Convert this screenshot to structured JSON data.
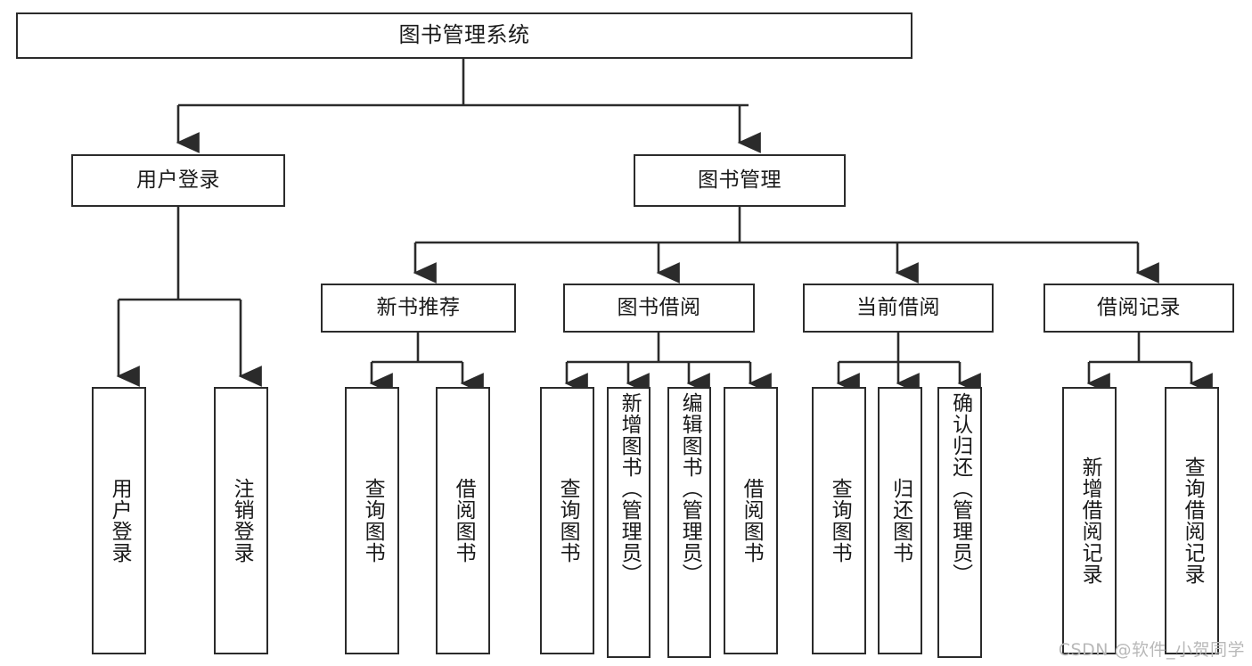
{
  "diagram": {
    "title": "图书管理系统",
    "type": "hierarchy-tree",
    "levels": 4,
    "colors": {
      "border": "#2b2b2b",
      "background": "#ffffff",
      "text": "#1a1a1a",
      "watermark": "#b9b9b9"
    },
    "nodes": {
      "root": {
        "label": "图书管理系统"
      },
      "level1": [
        {
          "id": "user-login",
          "label": "用户登录"
        },
        {
          "id": "book-management",
          "label": "图书管理"
        }
      ],
      "level2": [
        {
          "id": "new-book-recommend",
          "label": "新书推荐"
        },
        {
          "id": "book-borrow",
          "label": "图书借阅"
        },
        {
          "id": "current-borrow",
          "label": "当前借阅"
        },
        {
          "id": "borrow-record",
          "label": "借阅记录"
        }
      ],
      "leaves": {
        "user_login": [
          {
            "id": "leaf-user-login",
            "label": "用户登录"
          },
          {
            "id": "leaf-logout",
            "label": "注销登录"
          }
        ],
        "new_book_recommend": [
          {
            "id": "leaf-query-book-1",
            "label": "查询图书"
          },
          {
            "id": "leaf-borrow-book-1",
            "label": "借阅图书"
          }
        ],
        "book_borrow": [
          {
            "id": "leaf-query-book-2",
            "label": "查询图书"
          },
          {
            "id": "leaf-add-book",
            "label": "新增图书（管理员）"
          },
          {
            "id": "leaf-edit-book",
            "label": "编辑图书（管理员）"
          },
          {
            "id": "leaf-borrow-book-2",
            "label": "借阅图书"
          }
        ],
        "current_borrow": [
          {
            "id": "leaf-query-book-3",
            "label": "查询图书"
          },
          {
            "id": "leaf-return-book",
            "label": "归还图书"
          },
          {
            "id": "leaf-confirm-return",
            "label": "确认归还（管理员）"
          }
        ],
        "borrow_record": [
          {
            "id": "leaf-add-record",
            "label": "新增借阅记录"
          },
          {
            "id": "leaf-query-record",
            "label": "查询借阅记录"
          }
        ]
      }
    }
  },
  "watermark": {
    "text": "CSDN @软件_小贺同学"
  }
}
